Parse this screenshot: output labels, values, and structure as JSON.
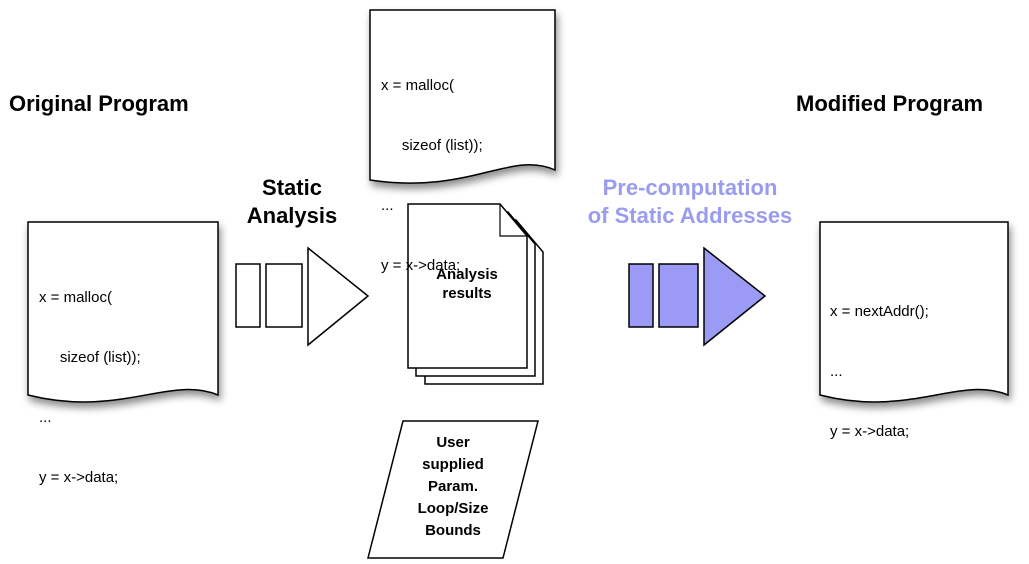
{
  "headings": {
    "original": "Original Program",
    "modified": "Modified Program"
  },
  "steps": {
    "static_analysis": [
      "Static",
      "Analysis"
    ],
    "precomputation": [
      "Pre-computation",
      "of Static Addresses"
    ]
  },
  "code": {
    "top_doc": [
      "x = malloc(",
      "     sizeof (list));",
      "...",
      "y = x->data;"
    ],
    "original_doc": [
      "x = malloc(",
      "     sizeof (list));",
      "...",
      "y = x->data;"
    ],
    "modified_doc": [
      "x = nextAddr();",
      "...",
      "y = x->data;"
    ]
  },
  "analysis_results": [
    "Analysis",
    "results"
  ],
  "user_params": [
    "User",
    "supplied",
    "Param.",
    "Loop/Size",
    "Bounds"
  ],
  "colors": {
    "accent": "#9a9cf0",
    "accent_fill": "#9b9bf5",
    "ink": "#000000"
  }
}
